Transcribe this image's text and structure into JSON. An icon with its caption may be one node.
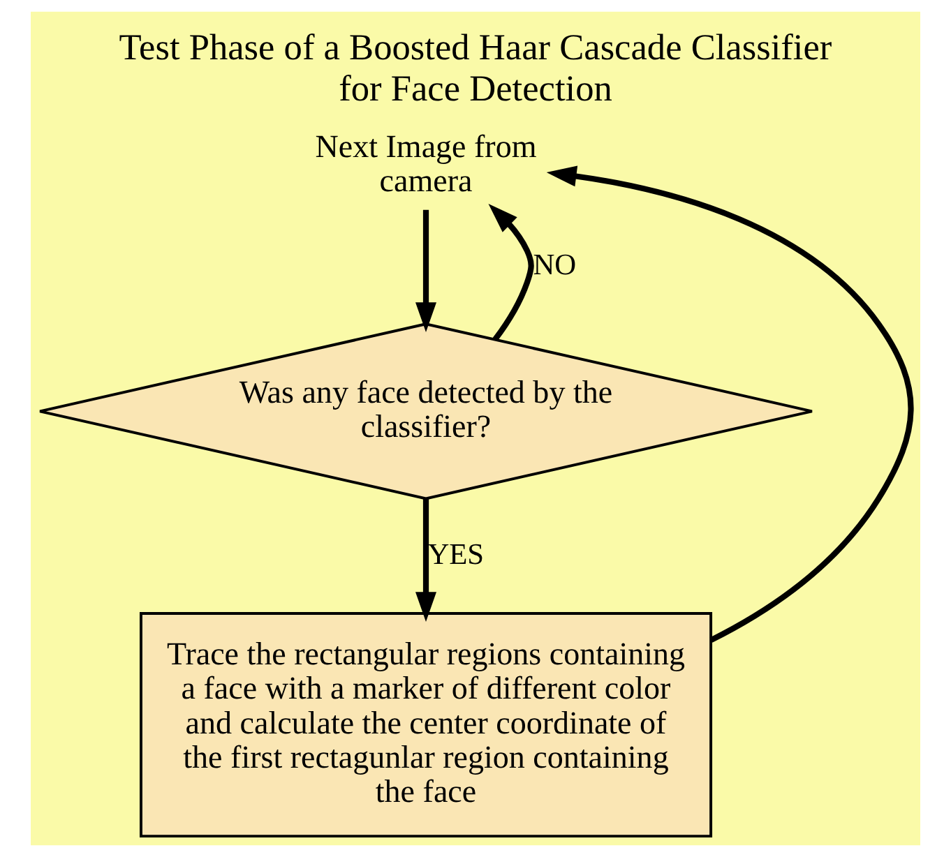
{
  "diagram": {
    "title": "Test Phase of a Boosted Haar Cascade Classifier for Face Detection",
    "nodes": [
      {
        "text": [
          "Next Image from camera"
        ]
      },
      {
        "text": [
          "Was any face detected by the classifier?"
        ]
      },
      {
        "text": [
          "Trace the rectangular regions containing a face with a marker of different color and calculate the center coordinate of the first rectagunlar region containing the face"
        ]
      }
    ],
    "edges": [
      {
        "from": 0,
        "to": 1,
        "arrow": "to"
      },
      {
        "from": 1,
        "to": 0,
        "arrow": "to",
        "label": "NO"
      },
      {
        "from": 1,
        "to": 2,
        "arrow": "to",
        "label": "YES"
      },
      {
        "from": 2,
        "to": 0,
        "arrow": "to"
      }
    ]
  }
}
